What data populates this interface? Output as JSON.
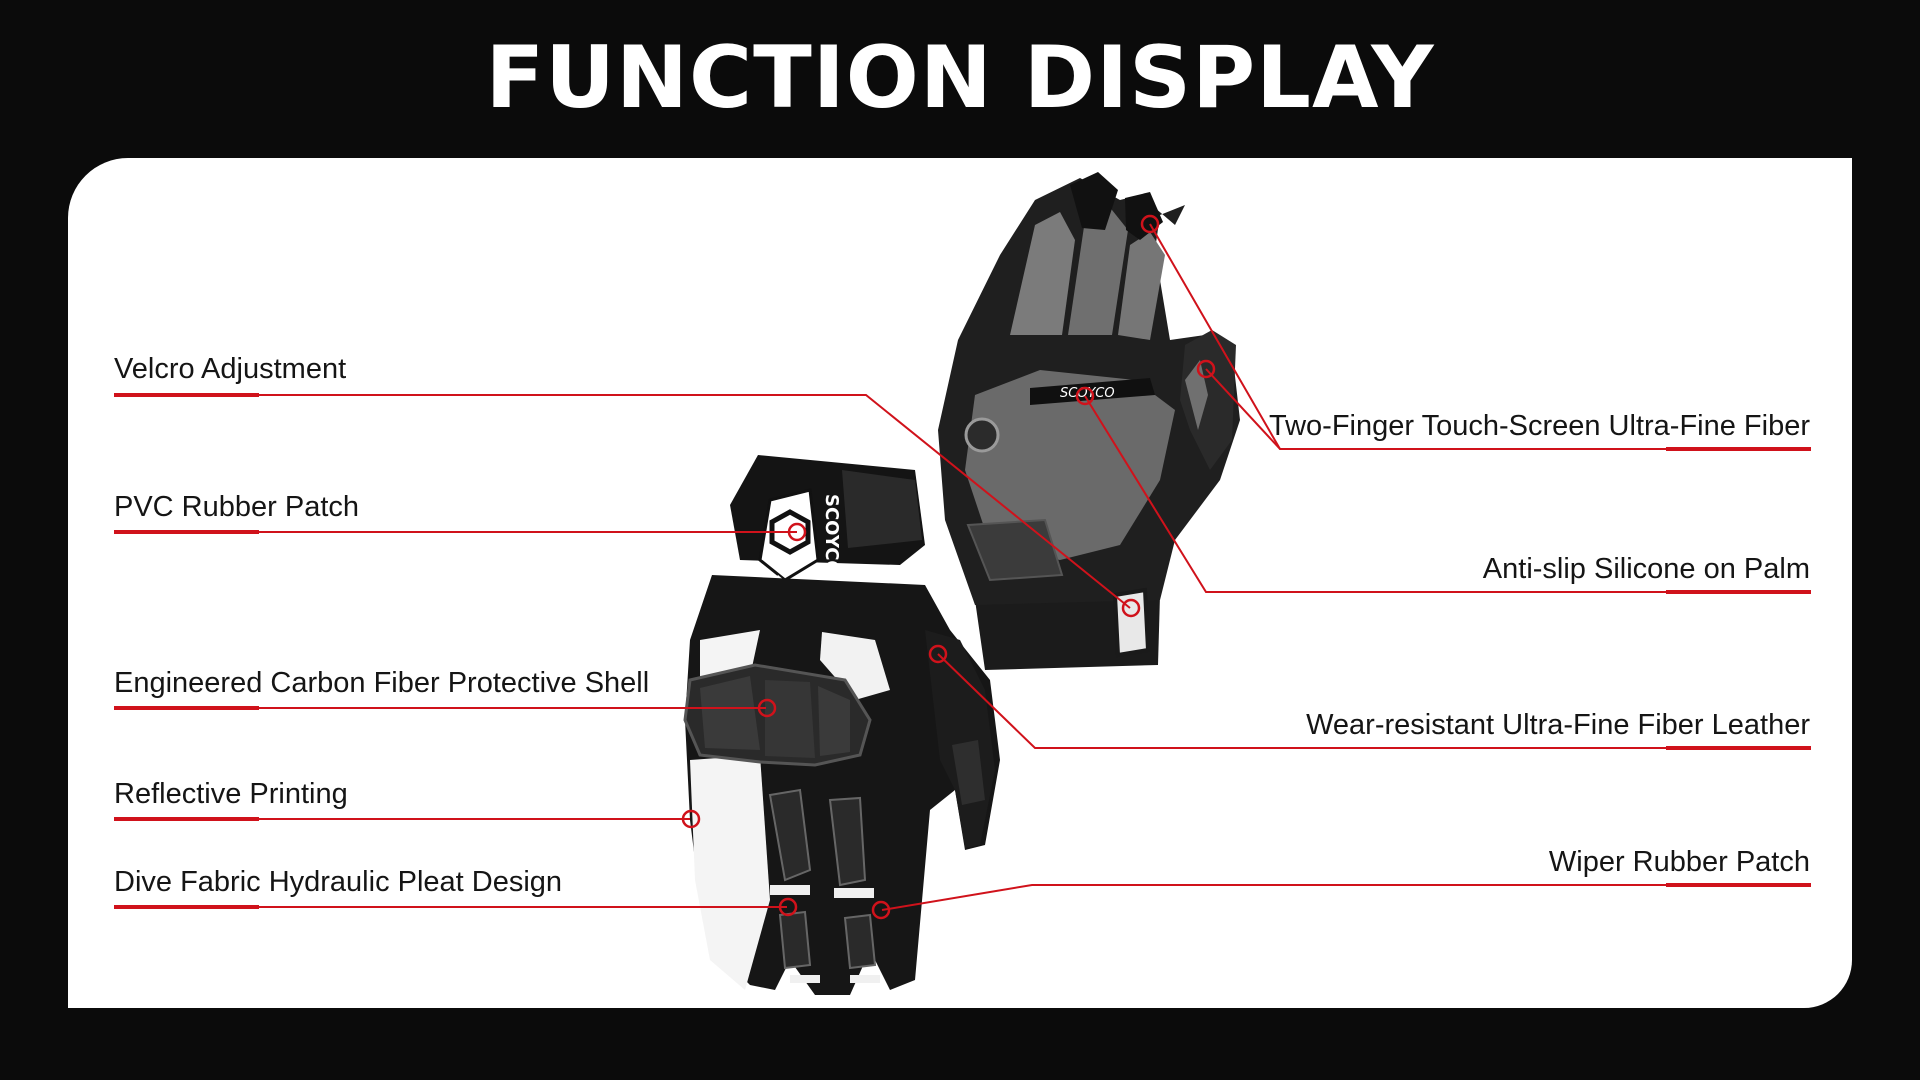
{
  "page": {
    "title": "FUNCTION DISPLAY"
  },
  "colors": {
    "background": "#0b0b0b",
    "panel": "#ffffff",
    "accent": "#d0121b",
    "text": "#151515"
  },
  "brand": {
    "logo_text": "SCOYCO"
  },
  "labels": {
    "left": [
      "Velcro Adjustment",
      "PVC Rubber Patch",
      "Engineered Carbon Fiber Protective Shell",
      "Reflective Printing",
      "Dive Fabric Hydraulic Pleat Design"
    ],
    "right": [
      "Two-Finger Touch-Screen Ultra-Fine Fiber",
      "Anti-slip Silicone on Palm",
      "Wear-resistant Ultra-Fine Fiber Leather",
      "Wiper Rubber Patch"
    ]
  }
}
